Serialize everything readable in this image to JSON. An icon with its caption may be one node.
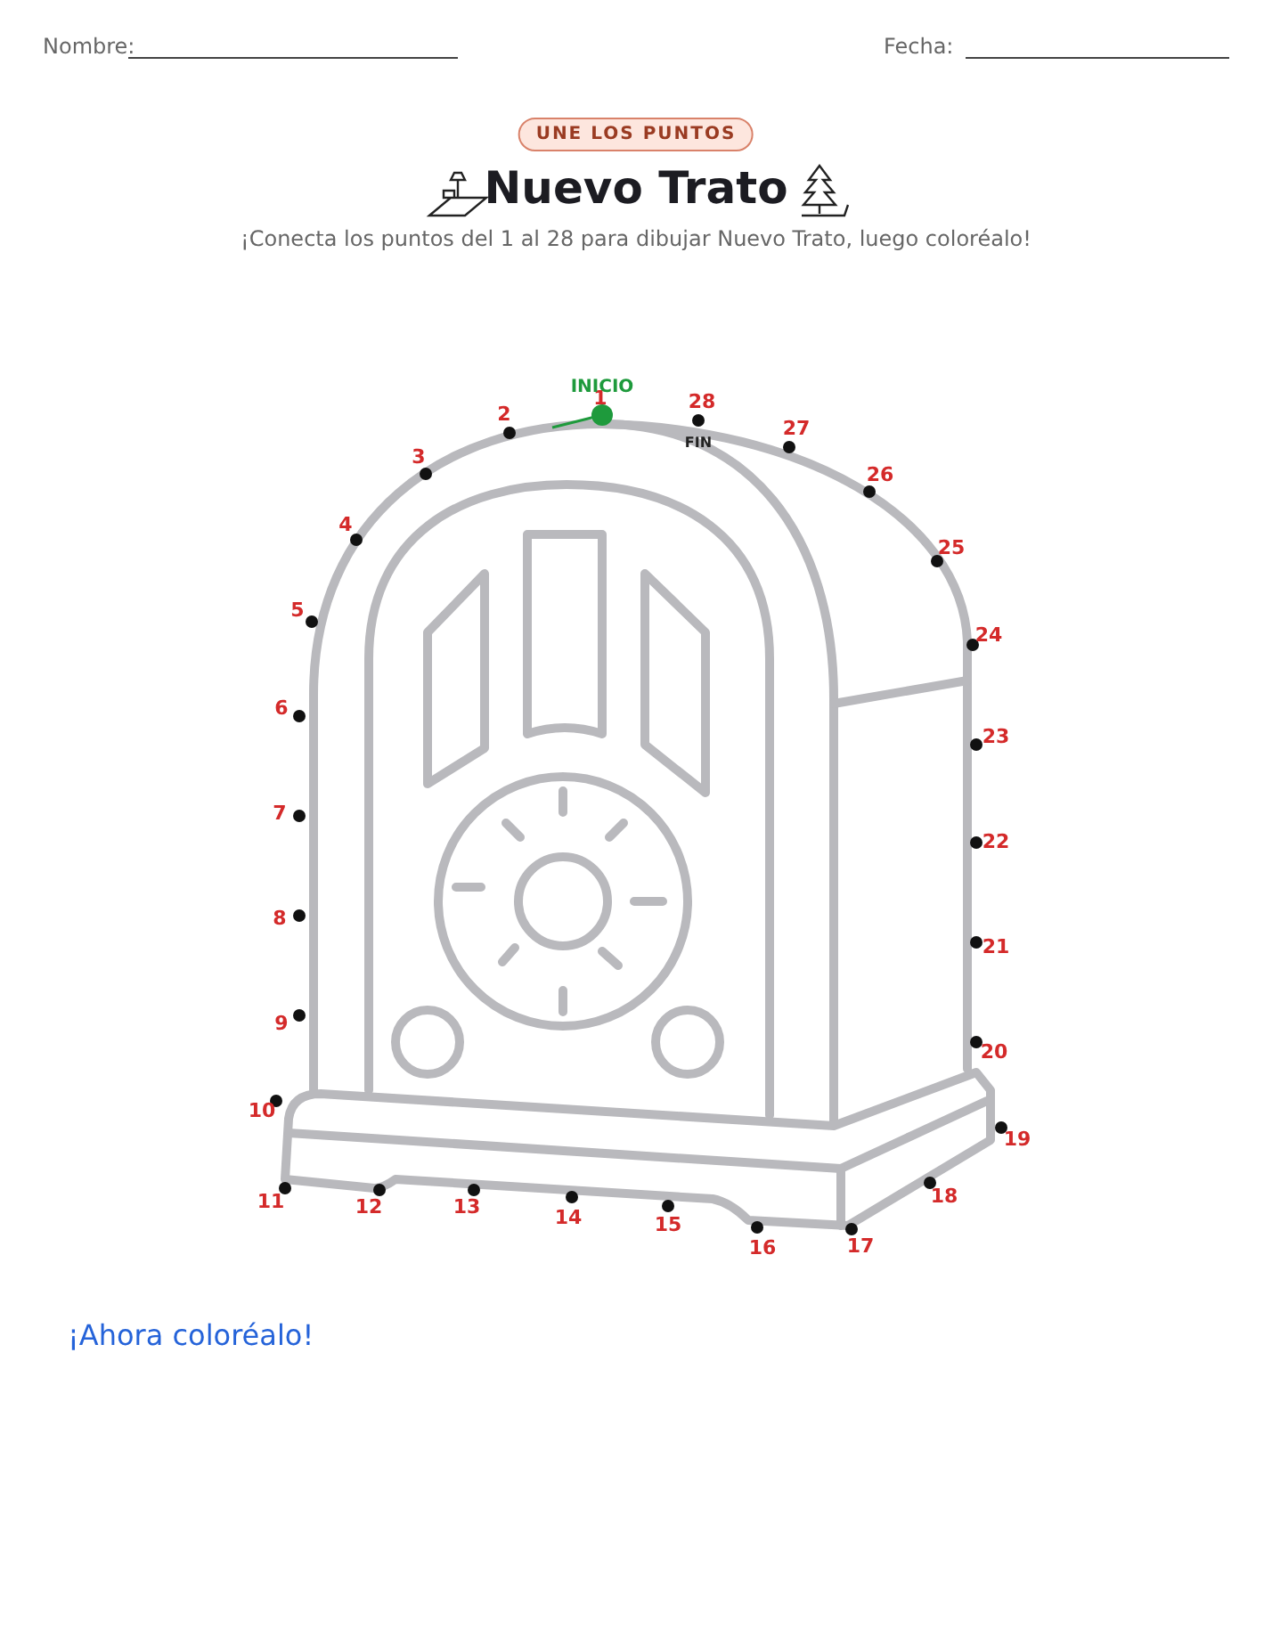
{
  "diagram": {
    "title": "Nuevo Trato",
    "labels": [
      "Nombre:",
      "Fecha:",
      "UNE LOS PUNTOS",
      "¡Conecta los puntos del 1 al 28 para dibujar Nuevo Trato, luego coloréalo!",
      "INICIO",
      "1",
      "2",
      "3",
      "4",
      "5",
      "6",
      "7",
      "8",
      "9",
      "10",
      "11",
      "12",
      "13",
      "14",
      "15",
      "16",
      "17",
      "18",
      "19",
      "20",
      "21",
      "22",
      "23",
      "24",
      "25",
      "26",
      "27",
      "28",
      "FIN",
      "¡Ahora coloréalo!"
    ]
  }
}
